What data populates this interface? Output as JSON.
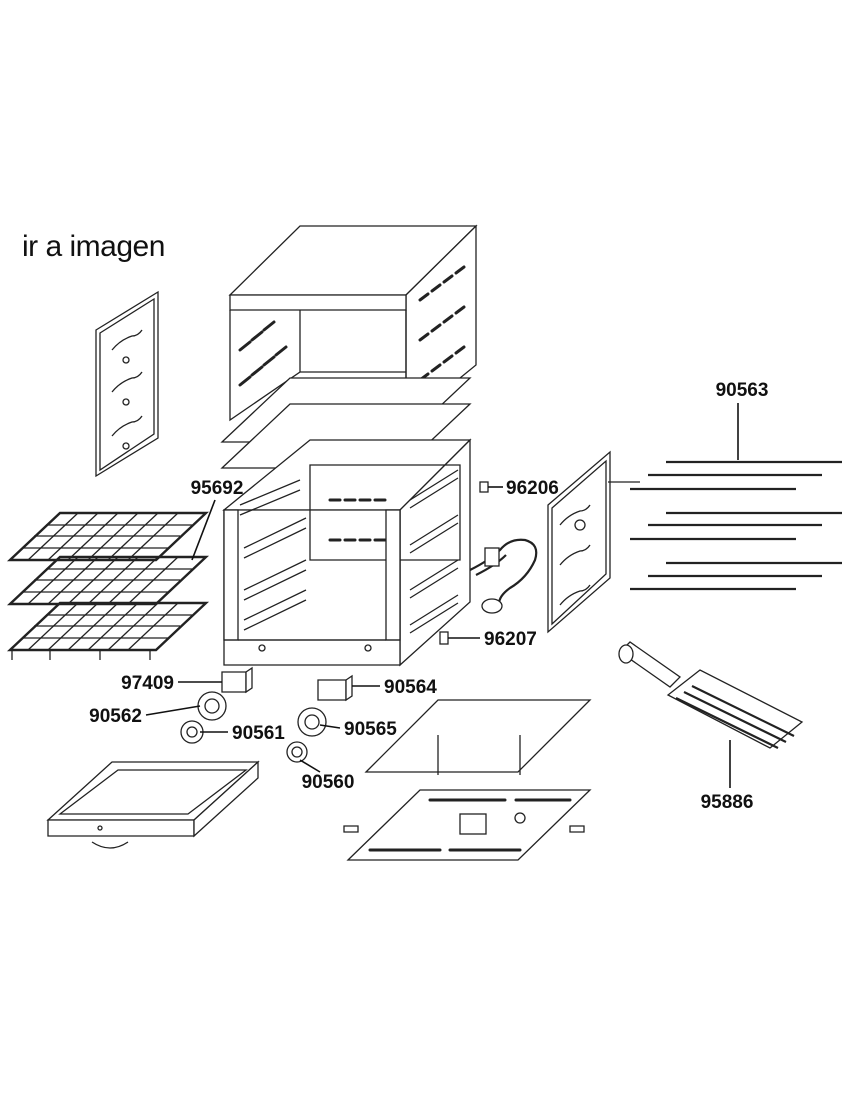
{
  "link": {
    "text": "ir a imagen"
  },
  "parts": [
    {
      "id": "90563",
      "label": "90563"
    },
    {
      "id": "95692",
      "label": "95692"
    },
    {
      "id": "96206",
      "label": "96206"
    },
    {
      "id": "96207",
      "label": "96207"
    },
    {
      "id": "97409",
      "label": "97409"
    },
    {
      "id": "90564",
      "label": "90564"
    },
    {
      "id": "90562",
      "label": "90562"
    },
    {
      "id": "90561",
      "label": "90561"
    },
    {
      "id": "90565",
      "label": "90565"
    },
    {
      "id": "90560",
      "label": "90560"
    },
    {
      "id": "95886",
      "label": "95886"
    }
  ]
}
